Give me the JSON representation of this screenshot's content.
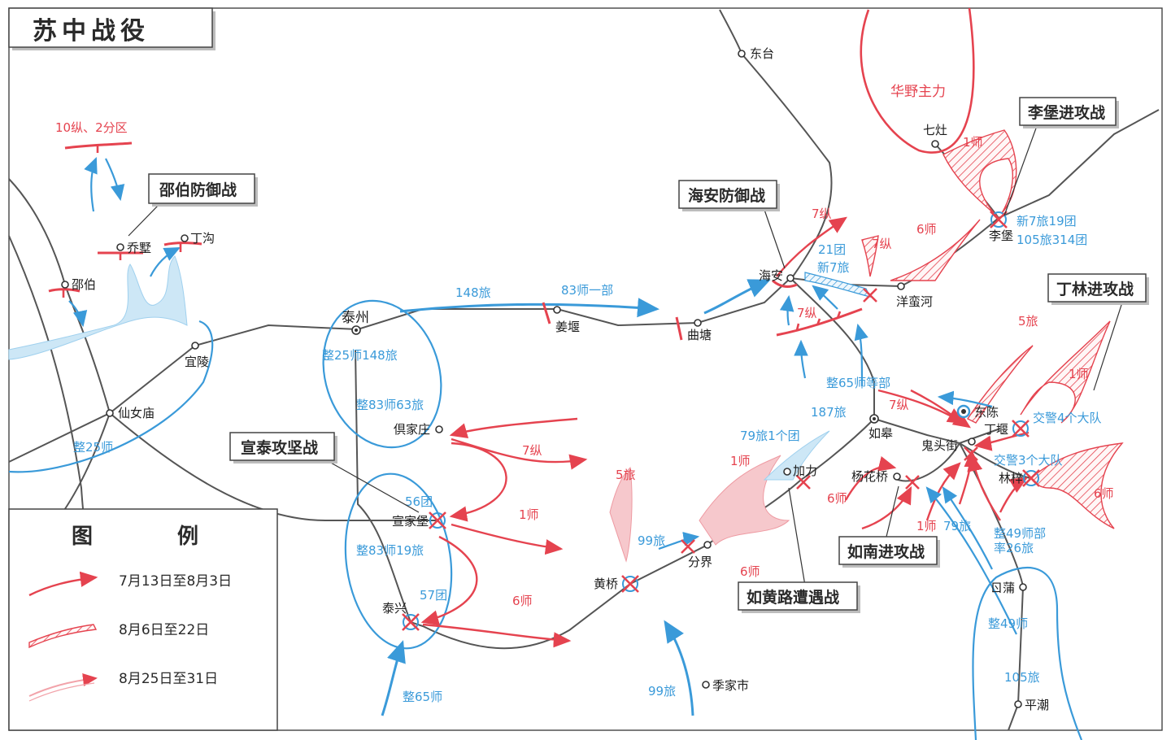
{
  "map": {
    "title": "苏中战役",
    "colors": {
      "red_army": "#e5434f",
      "blue_army": "#3a9ad9",
      "road": "#555555",
      "text": "#1c1c1c"
    },
    "callouts": {
      "shaobo": "邵伯防御战",
      "haian": "海安防御战",
      "xuantai": "宣泰攻坚战",
      "libao": "李堡进攻战",
      "dinglin": "丁林进攻战",
      "runan": "如南进攻战",
      "ruhuang": "如黄路遭遇战"
    },
    "places": {
      "dongtai": "东台",
      "qizao": "七灶",
      "libao": "李堡",
      "qiaoshu": "乔墅",
      "dinggou": "丁沟",
      "shaobo": "邵伯",
      "yiling": "宜陵",
      "xiannvmiao": "仙女庙",
      "taizhou": "泰州",
      "jiangyan": "姜堰",
      "qutang": "曲塘",
      "haian": "海安",
      "yangmanhe": "洋蛮河",
      "rugao": "如皋",
      "dongchen": "东陈",
      "dingyan": "丁堰",
      "guitoujie": "鬼头街",
      "linzi": "林梓",
      "jiali": "加力",
      "yanghuaqiao": "杨花桥",
      "fenjie": "分界",
      "huangqiao": "黄桥",
      "taixing": "泰兴",
      "xuanjiabao": "宣家堡",
      "ju_jiazhuang": "倶家庄",
      "bapu": "ㄖ蒲",
      "pingchao": "平潮",
      "jijiashi": "季家市"
    },
    "red_units": {
      "main": "华野主力",
      "z10": "10纵、2分区",
      "haian_7z": "7纵",
      "haian_7z_b": "7纵",
      "haian_7z_c": "7纵",
      "s1_libao": "1师",
      "s6_libao": "6师",
      "b5_dinglin": "5旅",
      "s1_dinglin": "1师",
      "s6_dinglin": "6师",
      "z7_rugao": "7纵",
      "s1_jiali": "1师",
      "s6_jiali": "6师",
      "s6_ruhuang": "6师",
      "s1_runan": "1师",
      "b5_huangqiao": "5旅",
      "z7_xuan": "7纵",
      "s1_xuan": "1师",
      "s6_taixing": "6师"
    },
    "blue_units": {
      "b148": "148旅",
      "s83": "83师一部",
      "z25_148": "整25师148旅",
      "z83_63": "整83师63旅",
      "z25": "整25师",
      "t56": "56团",
      "z83_19": "整83师19旅",
      "t57": "57团",
      "z65": "整65师",
      "b99_fenjie": "99旅",
      "b99_south": "99旅",
      "b21": "21团",
      "xin7": "新7旅",
      "z65_etc": "整65师等部",
      "b187": "187旅",
      "b79_1": "79旅1个团",
      "xin7_19": "新7旅19团",
      "b105_314": "105旅314团",
      "jiaojing4": "交警4个大队",
      "jiaojing3": "交警3个大队",
      "b79": "79旅",
      "z49_lv26": "整49师部",
      "z49_lv26_b": "率26旅",
      "z49": "整49师",
      "b105": "105旅"
    },
    "legend": {
      "title_left": "图",
      "title_right": "例",
      "items": [
        {
          "label": "7月13日至8月3日"
        },
        {
          "label": "8月6日至22日"
        },
        {
          "label": "8月25日至31日"
        }
      ]
    }
  }
}
